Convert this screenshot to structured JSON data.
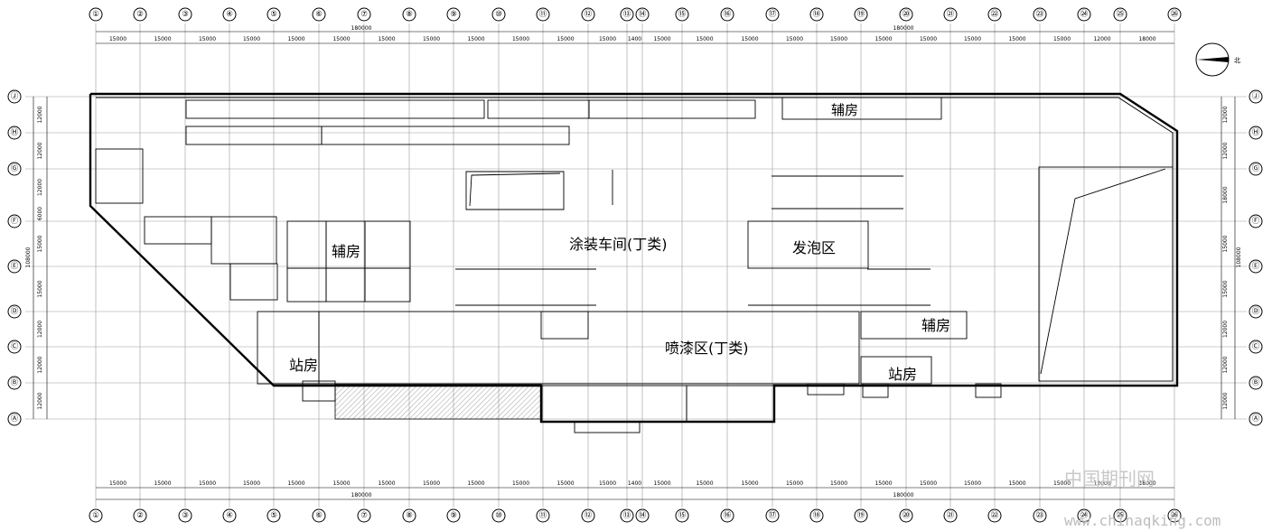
{
  "columns": [
    "①",
    "②",
    "③",
    "④",
    "⑤",
    "⑥",
    "⑦",
    "⑧",
    "⑨",
    "⑩",
    "⑪",
    "⑫",
    "⑬",
    "⑭",
    "⑮",
    "⑯",
    "⑰",
    "⑱",
    "⑲",
    "⑳",
    "㉑",
    "㉒",
    "㉓",
    "㉔",
    "㉕",
    "㉖"
  ],
  "rows": [
    "Ⓙ",
    "Ⓗ",
    "Ⓖ",
    "Ⓕ",
    "Ⓔ",
    "Ⓓ",
    "Ⓒ",
    "Ⓑ",
    "Ⓐ"
  ],
  "top_spans": [
    "15000",
    "15000",
    "15000",
    "15000",
    "15000",
    "15000",
    "15000",
    "15000",
    "15000",
    "15000",
    "15000",
    "15000",
    "1400",
    "15000",
    "15000",
    "15000",
    "15000",
    "15000",
    "15000",
    "15000",
    "15000",
    "15000",
    "15000",
    "12000",
    "18000"
  ],
  "bottom_spans": [
    "15000",
    "15000",
    "15000",
    "15000",
    "15000",
    "15000",
    "15000",
    "15000",
    "15000",
    "15000",
    "15000",
    "15000",
    "1400",
    "15000",
    "15000",
    "15000",
    "15000",
    "15000",
    "15000",
    "15000",
    "15000",
    "15000",
    "15000",
    "12000",
    "18000"
  ],
  "top_totals": [
    "180000",
    "180000"
  ],
  "bottom_totals": [
    "180000",
    "180000"
  ],
  "left_spans": [
    "12000",
    "12000",
    "12000",
    "6000",
    "15000",
    "15000",
    "12000",
    "12000",
    "12000"
  ],
  "right_spans": [
    "12000",
    "12000",
    "18000",
    "15000",
    "15000",
    "12000",
    "12000",
    "12000"
  ],
  "left_total": "108000",
  "right_total": "108000",
  "north_label": "北",
  "labels": {
    "aux_top": "辅房",
    "aux_left": "辅房",
    "main_workshop": "涂装车间(丁类)",
    "foam_area": "发泡区",
    "spray_area": "喷漆区(丁类)",
    "aux_right": "辅房",
    "station_left": "站房",
    "station_right": "站房"
  },
  "watermark": {
    "cn": "中国期刊网",
    "url": "www.chinaqking.com"
  }
}
